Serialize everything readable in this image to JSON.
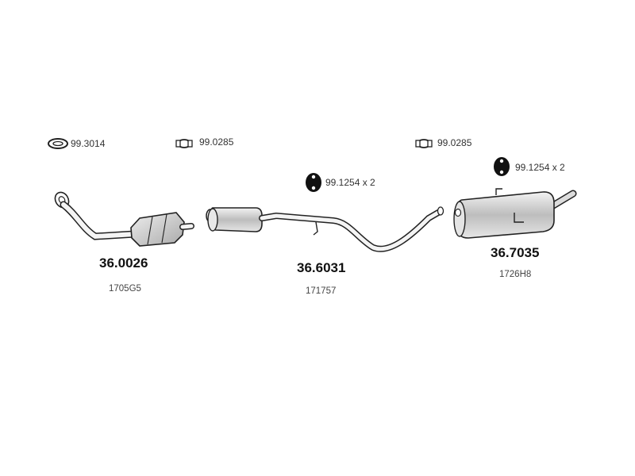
{
  "accessories": {
    "gasket": "99.3014",
    "clamp_a": "99.0285",
    "clamp_b": "99.0285",
    "hanger_a": "99.1254 x 2",
    "hanger_b": "99.1254 x 2"
  },
  "parts": {
    "front": {
      "number": "36.0026",
      "ref": "1705G5"
    },
    "middle": {
      "number": "36.6031",
      "ref": "171757"
    },
    "rear": {
      "number": "36.7035",
      "ref": "1726H8"
    }
  }
}
